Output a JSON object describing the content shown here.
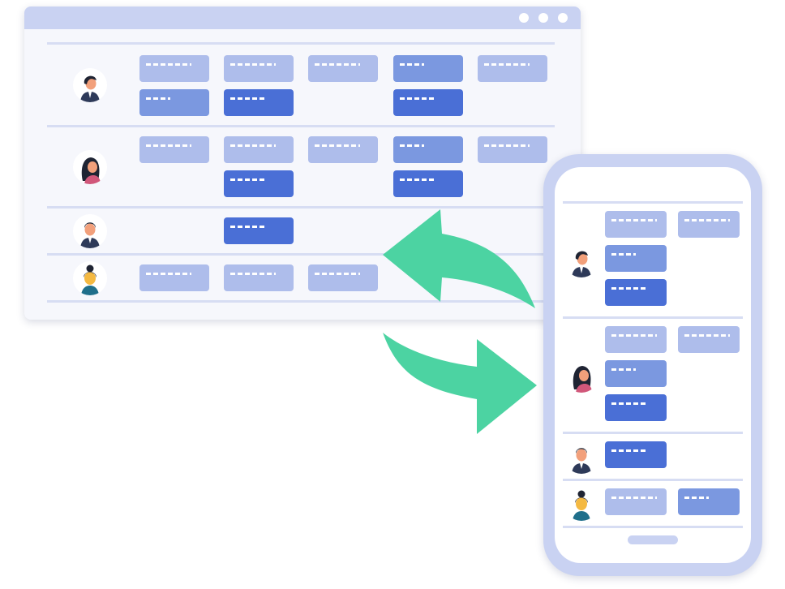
{
  "colors": {
    "frame": "#c9d2f2",
    "light_card": "#aebdeb",
    "mid_card": "#7b98e0",
    "dark_card": "#4a6fd6",
    "arrow": "#4cd3a2",
    "divider": "#d7ddf3"
  },
  "desktop": {
    "window_controls": [
      "dot",
      "dot",
      "dot"
    ],
    "rows": [
      {
        "avatar": "man-dark-hair-icon",
        "cells": [
          [
            "light",
            "mid"
          ],
          [
            "light",
            "dark"
          ],
          [
            "light"
          ],
          [
            "mid",
            "dark"
          ],
          [
            "light"
          ]
        ]
      },
      {
        "avatar": "woman-long-hair-icon",
        "cells": [
          [
            "light"
          ],
          [
            "light",
            "dark"
          ],
          [
            "light"
          ],
          [
            "mid",
            "dark"
          ],
          [
            "light"
          ]
        ]
      },
      {
        "avatar": "man-suit-icon",
        "cells": [
          [],
          [
            "dark"
          ],
          [],
          [],
          []
        ]
      },
      {
        "avatar": "woman-bun-icon",
        "cells": [
          [
            "light"
          ],
          [
            "light"
          ],
          [
            "light"
          ],
          [],
          []
        ]
      }
    ]
  },
  "mobile": {
    "rows": [
      {
        "avatar": "man-dark-hair-icon",
        "cells": [
          [
            "light",
            "mid",
            "dark"
          ],
          [
            "light"
          ]
        ]
      },
      {
        "avatar": "woman-long-hair-icon",
        "cells": [
          [
            "light",
            "mid",
            "dark"
          ],
          [
            "light"
          ]
        ]
      },
      {
        "avatar": "man-suit-icon",
        "cells": [
          [
            "dark"
          ],
          []
        ]
      },
      {
        "avatar": "woman-bun-icon",
        "cells": [
          [
            "light"
          ],
          [
            "mid"
          ]
        ]
      }
    ]
  },
  "arrows": [
    "sync-to-desktop-arrow-icon",
    "sync-to-mobile-arrow-icon"
  ]
}
